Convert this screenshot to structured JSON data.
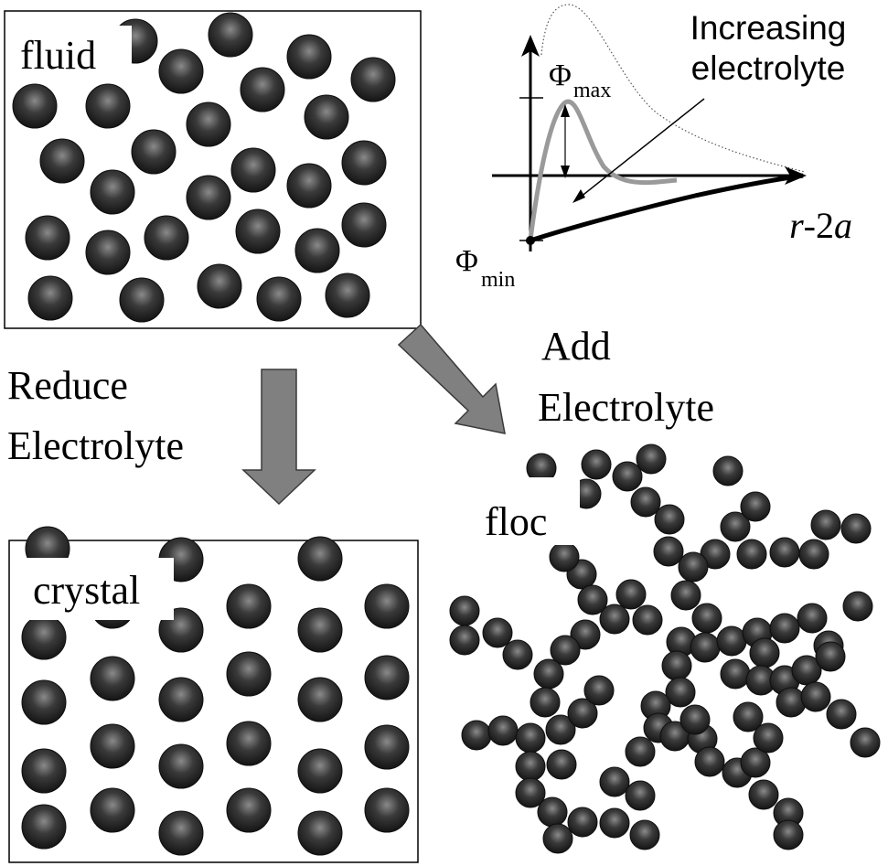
{
  "panels": {
    "fluid": {
      "label": "fluid"
    },
    "crystal": {
      "label": "crystal"
    },
    "floc": {
      "label": "floc"
    }
  },
  "arrows": {
    "reduce": {
      "line1": "Reduce",
      "line2": "Electrolyte"
    },
    "add": {
      "line1": "Add",
      "line2": "Electrolyte"
    }
  },
  "potential_plot": {
    "annotation_line1": "Increasing",
    "annotation_line2": "electrolyte",
    "phi_max_symbol": "Φ",
    "phi_max_sub": "max",
    "phi_min_symbol": "Φ",
    "phi_min_sub": "min",
    "x_label_r": "r",
    "x_label_mid": "-2",
    "x_label_a": "a"
  },
  "colors": {
    "particle_dark": "#1c1c1c",
    "particle_highlight": "#8a8a8a",
    "arrow_fill": "#808080",
    "curve_gray": "#9a9a9a",
    "curve_black": "#000000"
  }
}
